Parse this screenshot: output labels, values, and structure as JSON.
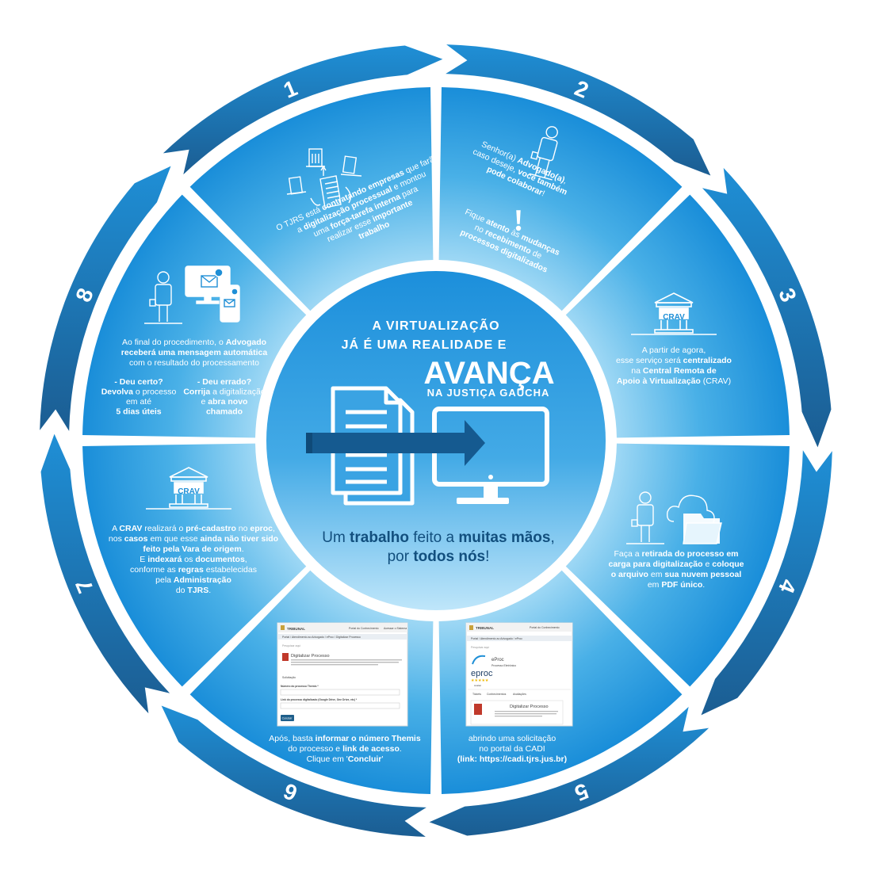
{
  "colors": {
    "dark_blue": "#1a5b8a",
    "mid_blue": "#1d8ed8",
    "light_blue": "#a6dcf6",
    "white": "#ffffff",
    "tagline": "#124f7e"
  },
  "center": {
    "title_line1": "A VIRTUALIZAÇÃO",
    "title_line2": "JÁ É UMA REALIDADE E",
    "title_big": "AVANÇA",
    "title_line3": "NA JUSTIÇA GAÚCHA",
    "tagline_line1": [
      "Um ",
      "trabalho",
      " feito a ",
      "muitas mãos",
      ","
    ],
    "tagline_line2": [
      "por ",
      "todos nós",
      "!"
    ]
  },
  "steps": {
    "s1": {
      "number": "1",
      "icons": [
        "building-icon",
        "document-stack-icon"
      ],
      "text": [
        [
          "O TJRS está ",
          "contratando empresas",
          " que farão"
        ],
        [
          "a ",
          "digitalização processual",
          " e montou"
        ],
        [
          "uma ",
          "força-tarefa interna",
          " para"
        ],
        [
          "realizar esse ",
          "importante"
        ],
        [
          "",
          "trabalho"
        ]
      ]
    },
    "s2": {
      "number": "2",
      "icons": [
        "lawyer-icon",
        "exclamation-icon"
      ],
      "text_a": [
        [
          "Senhor(a) ",
          "Advogado(a)",
          ","
        ],
        [
          "caso deseje, ",
          "você também"
        ],
        [
          "",
          "pode colaborar",
          "!"
        ]
      ],
      "text_b": [
        [
          "Fique ",
          "atento",
          " às ",
          "mudanças"
        ],
        [
          "no ",
          "recebimento",
          " de"
        ],
        [
          "",
          "processos digitalizados"
        ]
      ]
    },
    "s3": {
      "number": "3",
      "icons": [
        "courthouse-crav-icon"
      ],
      "badge": "CRAV",
      "text": [
        [
          "A partir de agora,"
        ],
        [
          "esse serviço será ",
          "centralizado"
        ],
        [
          "na ",
          "Central Remota de"
        ],
        [
          "",
          "Apoio à Virtualização",
          " (CRAV)"
        ]
      ]
    },
    "s4": {
      "number": "4",
      "icons": [
        "lawyer-icon",
        "cloud-folder-icon"
      ],
      "text": [
        [
          "Faça a ",
          "retirada do processo em"
        ],
        [
          "",
          "carga para digitalização",
          " e ",
          "coloque"
        ],
        [
          "",
          "o arquivo",
          " em ",
          "sua nuvem pessoal"
        ],
        [
          "em ",
          "PDF único",
          "."
        ]
      ]
    },
    "s5": {
      "number": "5",
      "icons": [
        "eproc-screenshot"
      ],
      "text": [
        [
          "abrindo uma solicitação"
        ],
        [
          "no portal da CADI"
        ],
        [
          "",
          "(link: https://cadi.tjrs.jus.br)"
        ]
      ],
      "shot": {
        "brand": "TRIBUNAL",
        "header_right": "Portal do Conhecimento",
        "breadcrumb": "Portal  /  Atendimento ao Advogado  /  eProc",
        "search": "Pesquisar aqui",
        "system": "eProc",
        "system_sub": "Processo Eletrônico",
        "logo_text": "eproc",
        "rating": "★★★★★",
        "rating_label": "Avaliar",
        "tabs": [
          "Tickets",
          "Conhecimentos",
          "Avaliações"
        ],
        "card_title": "Digitalizar Processo",
        "card_body": "Use esse link para encaminhar processos judiciais digitalizados pelos advogados à CADI da tua sede."
      }
    },
    "s6": {
      "number": "6",
      "icons": [
        "form-screenshot"
      ],
      "text": [
        [
          "Após, basta ",
          "informar o número Themis"
        ],
        [
          "do processo e ",
          "link de acesso",
          "."
        ],
        [
          "Clique em '",
          "Concluir",
          "'"
        ]
      ],
      "shot": {
        "brand": "TRIBUNAL",
        "header_right": "Portal do Conhecimento",
        "header_right2": "Acessar o Sistema",
        "breadcrumb": "Portal  /  Atendimento ao Advogado  /  eProc  /  Digitalizar Processo",
        "search": "Pesquisar aqui",
        "card_title": "Digitalizar Processo",
        "card_body": "Use esse link para encaminhar processos judiciais que foram digitalizados pelos advogados e a CADI da tua sede. Informar também o número Themis. Você receberá o protocolo de atendimento e o resultado do pedido de apoio.",
        "tab": "Solicitação",
        "field1": "Número do processo Themis *",
        "field2": "Link do processo digitalizado (Google Drive, One Drive, etc) *",
        "button": "Concluir"
      }
    },
    "s7": {
      "number": "7",
      "icons": [
        "courthouse-crav-icon"
      ],
      "badge": "CRAV",
      "text": [
        [
          "A ",
          "CRAV",
          " realizará o ",
          "pré-cadastro",
          " no ",
          "eproc",
          ","
        ],
        [
          "nos ",
          "casos",
          " em que esse ",
          "ainda não tiver sido"
        ],
        [
          "",
          "feito pela Vara de origem",
          "."
        ],
        [
          "E ",
          "indexará",
          " os ",
          "documentos",
          ","
        ],
        [
          "conforme as ",
          "regras",
          " estabelecidas"
        ],
        [
          "pela ",
          "Administração"
        ],
        [
          "do ",
          "TJRS",
          "."
        ]
      ]
    },
    "s8": {
      "number": "8",
      "icons": [
        "lawyer-icon",
        "monitor-mail-icon",
        "phone-mail-icon"
      ],
      "text": [
        [
          "Ao final do procedimento, o ",
          "Advogado"
        ],
        [
          "",
          "receberá uma mensagem automática"
        ],
        [
          "com o resultado do processamento"
        ]
      ],
      "col_left": [
        [
          "",
          "- Deu certo?"
        ],
        [
          "",
          "Devolva",
          " o processo"
        ],
        [
          "em até"
        ],
        [
          "",
          "5 dias úteis"
        ]
      ],
      "col_right": [
        [
          "",
          "- Deu errado?"
        ],
        [
          "",
          "Corrija",
          " a digitalização"
        ],
        [
          "e ",
          "abra novo"
        ],
        [
          "",
          "chamado"
        ]
      ]
    }
  }
}
